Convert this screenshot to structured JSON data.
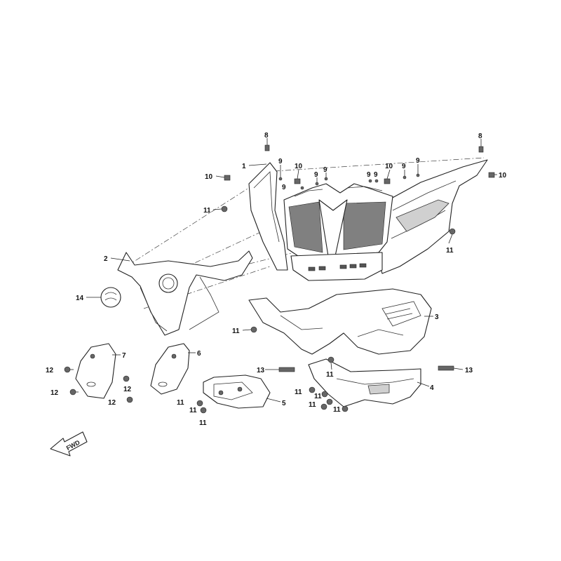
{
  "callouts": [
    {
      "id": "c-1",
      "label": "1"
    },
    {
      "id": "c-2",
      "label": "2"
    },
    {
      "id": "c-3",
      "label": "3"
    },
    {
      "id": "c-4",
      "label": "4"
    },
    {
      "id": "c-5",
      "label": "5"
    },
    {
      "id": "c-6",
      "label": "6"
    },
    {
      "id": "c-7",
      "label": "7"
    },
    {
      "id": "c-8a",
      "label": "8"
    },
    {
      "id": "c-8b",
      "label": "8"
    },
    {
      "id": "c-9a",
      "label": "9"
    },
    {
      "id": "c-9b",
      "label": "9"
    },
    {
      "id": "c-9c",
      "label": "9"
    },
    {
      "id": "c-9d",
      "label": "9"
    },
    {
      "id": "c-9e",
      "label": "9"
    },
    {
      "id": "c-9f",
      "label": "9"
    },
    {
      "id": "c-9g",
      "label": "9"
    },
    {
      "id": "c-9h",
      "label": "9"
    },
    {
      "id": "c-10a",
      "label": "10"
    },
    {
      "id": "c-10b",
      "label": "10"
    },
    {
      "id": "c-10c",
      "label": "10"
    },
    {
      "id": "c-10d",
      "label": "10"
    },
    {
      "id": "c-11a",
      "label": "11"
    },
    {
      "id": "c-11b",
      "label": "11"
    },
    {
      "id": "c-11c",
      "label": "11"
    },
    {
      "id": "c-11d",
      "label": "11"
    },
    {
      "id": "c-11e",
      "label": "11"
    },
    {
      "id": "c-11f",
      "label": "11"
    },
    {
      "id": "c-11g",
      "label": "11"
    },
    {
      "id": "c-11h",
      "label": "11"
    },
    {
      "id": "c-11i",
      "label": "11"
    },
    {
      "id": "c-11j",
      "label": "11"
    },
    {
      "id": "c-11k",
      "label": "11"
    },
    {
      "id": "c-12a",
      "label": "12"
    },
    {
      "id": "c-12b",
      "label": "12"
    },
    {
      "id": "c-12c",
      "label": "12"
    },
    {
      "id": "c-12d",
      "label": "12"
    },
    {
      "id": "c-13a",
      "label": "13"
    },
    {
      "id": "c-13b",
      "label": "13"
    },
    {
      "id": "c-14",
      "label": "14"
    }
  ],
  "fwd_label": "FWD"
}
